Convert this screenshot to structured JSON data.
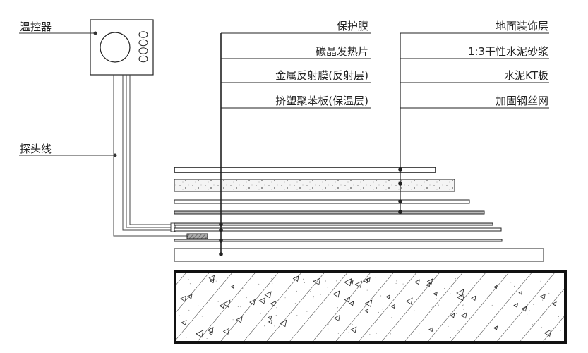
{
  "left_labels": {
    "thermostat": "温控器",
    "probe_wire": "探头线"
  },
  "middle_labels": [
    "保护膜",
    "碳晶发热片",
    "金属反射膜(反射层)",
    "挤塑聚苯板(保温层)"
  ],
  "right_labels": [
    "地面装饰层",
    "1:3干性水泥砂浆",
    "水泥KT板",
    "加固钢丝网"
  ],
  "colors": {
    "line": "#111111",
    "hatch": "#888888"
  }
}
